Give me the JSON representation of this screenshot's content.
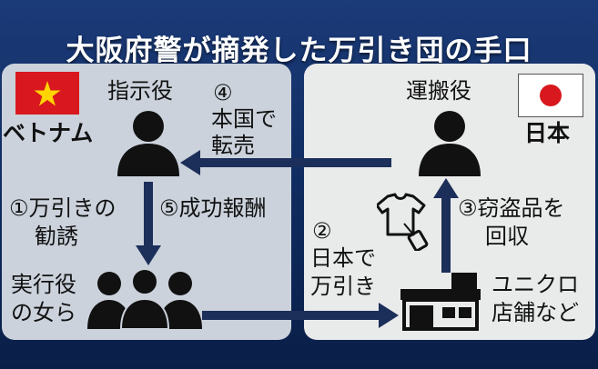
{
  "title": "大阪府警が摘発した万引き団の手口",
  "left_panel": {
    "country": "ベトナム",
    "boss_label": "指示役",
    "group_label_line1": "実行役",
    "group_label_line2": "の女ら",
    "step1_line1": "①万引きの",
    "step1_line2": "勧誘",
    "step5": "⑤成功報酬",
    "step4_line1": "④",
    "step4_line2": "本国で",
    "step4_line3": "転売"
  },
  "right_panel": {
    "country": "日本",
    "carrier_label": "運搬役",
    "step2_line1": "②",
    "step2_line2": "日本で",
    "step2_line3": "万引き",
    "step3_line1": "③窃盗品を",
    "step3_line2": "回収",
    "store_line1": "ユニクロ",
    "store_line2": "店舗など"
  },
  "colors": {
    "vietnam_red": "#d8181e",
    "vietnam_star": "#ffd400",
    "japan_red": "#d8181e",
    "arrow": "#1c2f5a"
  },
  "icons": [
    "vietnam-flag-icon",
    "japan-flag-icon",
    "boss-person-icon",
    "carrier-person-icon",
    "group-people-icon",
    "clothes-tag-icon",
    "store-icon"
  ]
}
